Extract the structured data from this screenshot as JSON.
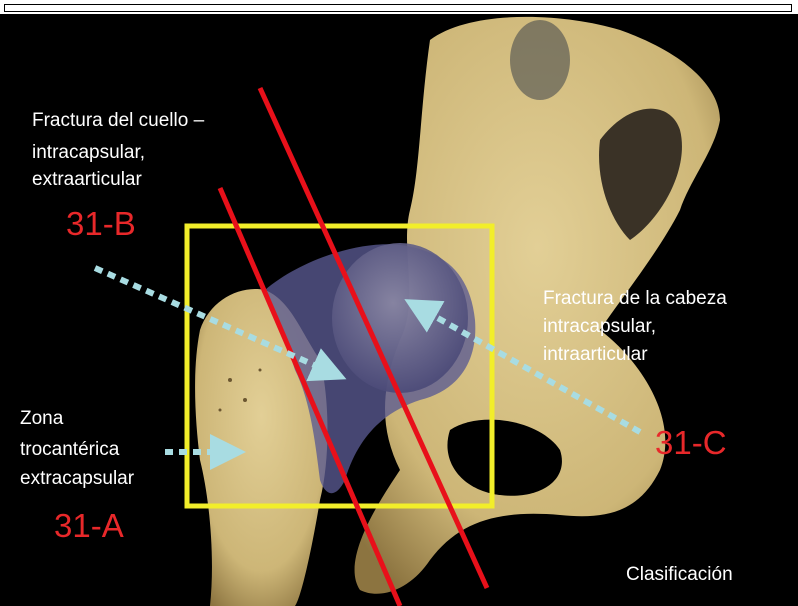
{
  "labels": {
    "neck_line1": "Fractura del cuello –",
    "neck_line2": "intracapsular,",
    "neck_line3": "extraarticular",
    "neck_code": "31-B",
    "head_line1": "Fractura de la cabeza",
    "head_line2": "intracapsular,",
    "head_line3": "intraarticular",
    "head_code": "31-C",
    "troch_line1": "Zona",
    "troch_line2": "trocantérica",
    "troch_line3": "extracapsular",
    "troch_code": "31-A"
  },
  "caption": "Clasificación",
  "colors": {
    "code_red": "#e8282a",
    "fracture_lines": "#e8101a",
    "box_yellow": "#f2ee2a",
    "arrow_cyan": "#a8dce2",
    "bone": "#d6bf84",
    "capsule": "#5a5a92"
  }
}
